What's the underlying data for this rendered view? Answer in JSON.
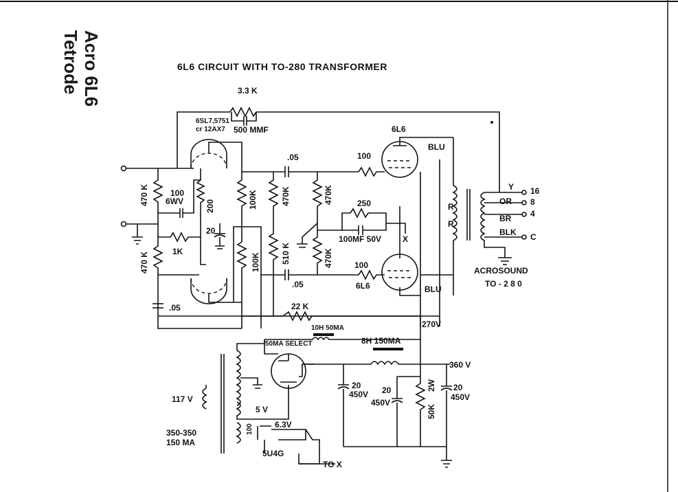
{
  "side_title": {
    "line1": "Acro 6L6",
    "line2": "Tetrode"
  },
  "diagram_title": "6L6 CIRCUIT WITH TO-280 TRANSFORMER",
  "feedback": {
    "resistor": "3.3 K",
    "cap": "500 MMF"
  },
  "preamp_tube": {
    "line1": "6SL7,5751",
    "line2": "cr 12AX7"
  },
  "output_tube_top": "6L6",
  "output_tube_bottom": "6L6",
  "components": {
    "r_470k_in1": "470 K",
    "r_470k_in2": "470 K",
    "cap_100_6wv": "100",
    "cap_100_6wv_b": "6WV",
    "r_200": "200",
    "r_1k": "1K",
    "cap_20_cathode": "20",
    "r_100k_a": "100K",
    "r_100k_b": "100K",
    "r_470k_mid": "470K",
    "r_510k": "510 K",
    "cap_05_top": ".05",
    "cap_05_mid": ".05",
    "cap_05_low": ".05",
    "r_100_grid_top": "100",
    "r_100_grid_bot": "100",
    "r_470k_g1": "470K",
    "r_470k_g2": "470K",
    "r_250": "250",
    "cap_100mf": "100MF 50V",
    "x_point": "X",
    "r_22k": "22 K",
    "choke_10h": "10H 50MA",
    "choke_8h": "8H 150MA",
    "cap_20_a": "20",
    "cap_20_a_v": "450V",
    "cap_20_b": "20",
    "cap_20_b_v": "450V",
    "r_50k": "50K",
    "r_50k_w": "2W",
    "cap_20_c": "20",
    "cap_20_c_v": "450V",
    "v_270": "270V",
    "v_360": "360 V"
  },
  "transformer": {
    "taps": [
      "Y",
      "OR",
      "BR",
      "BLK"
    ],
    "terminals": [
      "16",
      "8",
      "4",
      "C"
    ],
    "blu_top": "BLU",
    "blu_bot": "BLU",
    "r_top": "R",
    "r_bot": "R",
    "name1": "ACROSOUND",
    "name2": "TO - 2 8 0"
  },
  "power": {
    "mains": "117 V",
    "pt_line1": "350-350",
    "pt_line2": "150 MA",
    "v5": "5 V",
    "v63": "6.3V",
    "rect_label": "5U4G",
    "to_x": "TO X",
    "small_label": "50MA  SELECT"
  }
}
